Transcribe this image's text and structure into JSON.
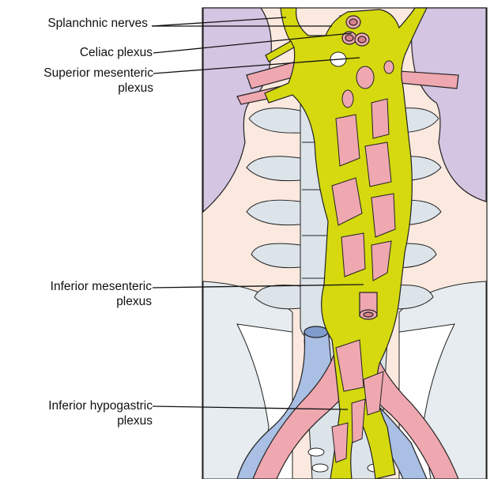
{
  "labels": {
    "splanchnic": [
      "Splanchnic nerves"
    ],
    "celiac": [
      "Celiac plexus"
    ],
    "superior_mesenteric": [
      "Superior mesenteric",
      "plexus"
    ],
    "inferior_mesenteric": [
      "Inferior mesenteric",
      "plexus"
    ],
    "inferior_hypogastric": [
      "Inferior hypogastric",
      "plexus"
    ]
  },
  "colors": {
    "nerve": "#d6d90e",
    "artery": "#efa8b0",
    "vein": "#a9bfe3",
    "kidney": "#d4c5e2",
    "bone": "#dce4ea",
    "tissue": "#fbe9df",
    "pelvis": "#e6ecef",
    "outline": "#222222"
  }
}
